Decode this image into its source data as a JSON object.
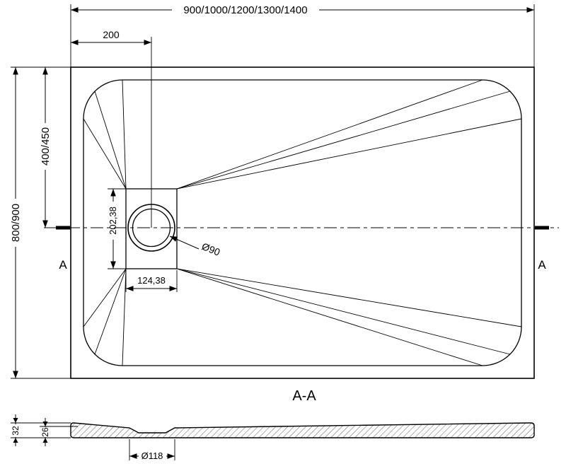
{
  "drawing": {
    "plan": {
      "dim_width": "900/1000/1200/1300/1400",
      "dim_drain_offset": "200",
      "dim_height": "800/900",
      "dim_half_height": "400/450",
      "dim_drain_box_height": "202,38",
      "dim_drain_box_width": "124,38",
      "dim_drain_diameter": "Ø90",
      "section_mark_left": "A",
      "section_mark_right": "A"
    },
    "section": {
      "title": "A-A",
      "dim_total_height": "32",
      "dim_inner_height": "26",
      "dim_drain_recess": "Ø118"
    }
  }
}
